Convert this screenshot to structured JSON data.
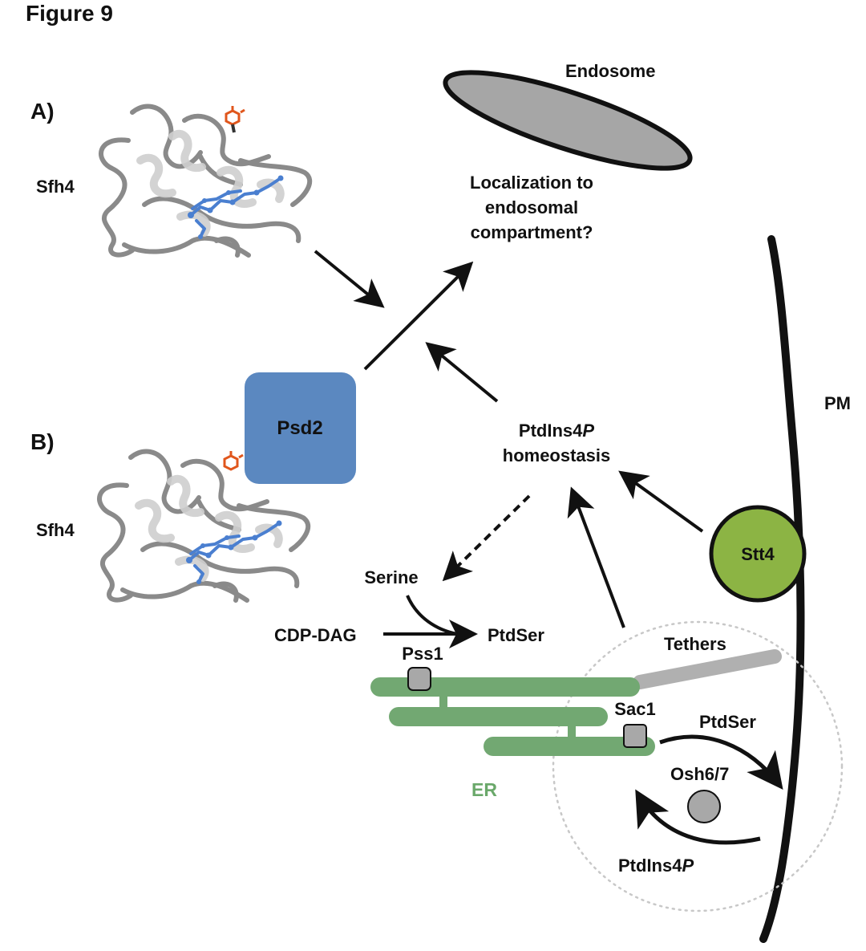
{
  "figure": {
    "title": "Figure 9",
    "panel_a": "A)",
    "panel_b": "B)"
  },
  "labels": {
    "sfh4_a": "Sfh4",
    "sfh4_b": "Sfh4",
    "endosome": "Endosome",
    "localization_1": "Localization to",
    "localization_2": "endosomal",
    "localization_3": "compartment?",
    "psd2": "Psd2",
    "ptdins4p_homeostasis_1": "PtdIns4",
    "ptdins4p_homeostasis_1_italic": "P",
    "ptdins4p_homeostasis_2": "homeostasis",
    "pm": "PM",
    "stt4": "Stt4",
    "serine": "Serine",
    "cdp_dag": "CDP-DAG",
    "ptdser_top": "PtdSer",
    "pss1": "Pss1",
    "tethers": "Tethers",
    "sac1": "Sac1",
    "ptdser_right": "PtdSer",
    "osh67": "Osh6/7",
    "er": "ER",
    "ptdins4p_bottom": "PtdIns4",
    "ptdins4p_bottom_italic": "P"
  },
  "colors": {
    "psd2": "#5b88c0",
    "stt4": "#8cb444",
    "er": "#72a872",
    "er_text": "#6aa86a",
    "endosome": "#a6a6a6",
    "protein_gray": "#b8b8b8",
    "lipid_blue": "#4a7fd0",
    "ring_orange": "#e0561c",
    "tethers": "#b0b0b0",
    "small_protein": "#a8a8a8"
  }
}
